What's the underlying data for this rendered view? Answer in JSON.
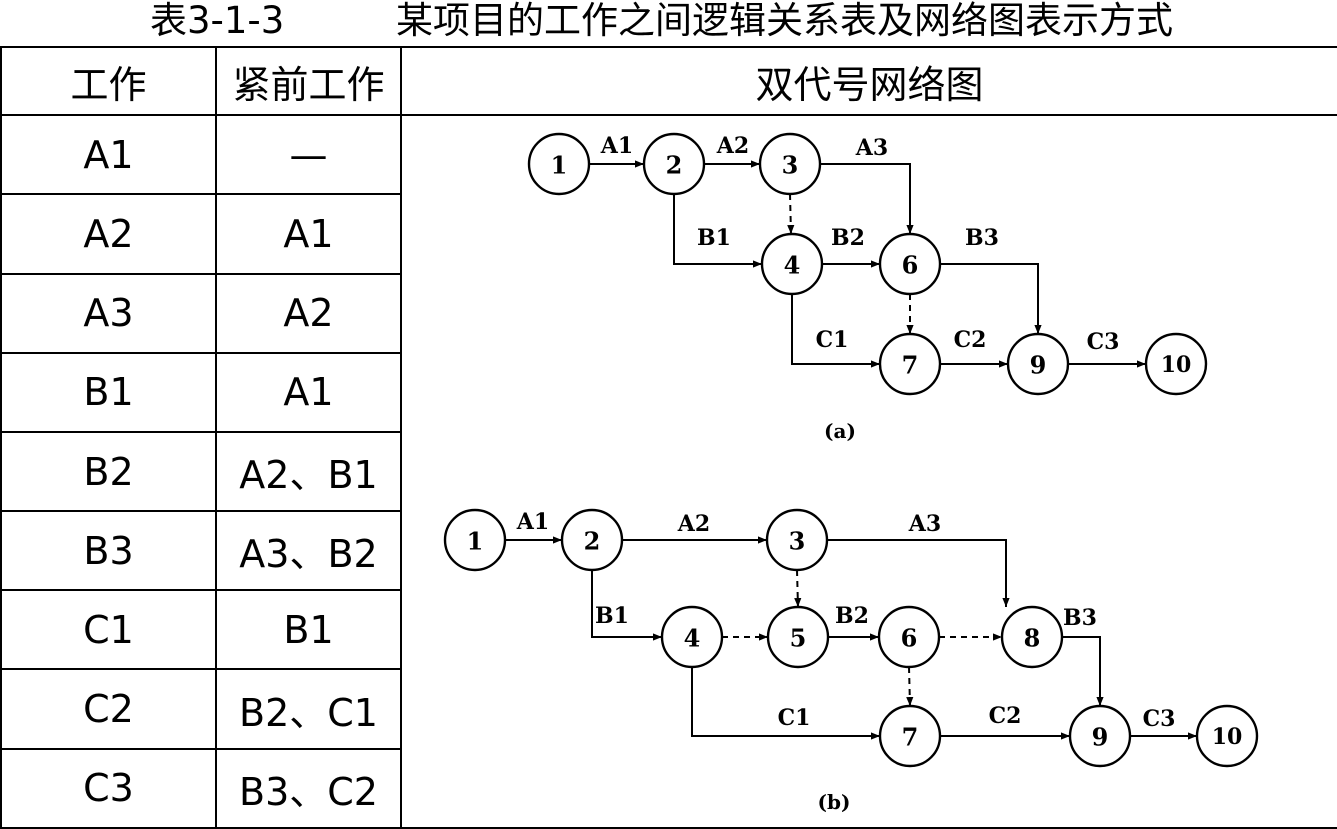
{
  "caption": {
    "number": "表3-1-3",
    "title": "某项目的工作之间逻辑关系表及网络图表示方式"
  },
  "headers": {
    "work": "工作",
    "predecessor": "紧前工作",
    "diagram": "双代号网络图"
  },
  "rows": [
    {
      "work": "A1",
      "pred": "—"
    },
    {
      "work": "A2",
      "pred": "A1"
    },
    {
      "work": "A3",
      "pred": "A2"
    },
    {
      "work": "B1",
      "pred": "A1"
    },
    {
      "work": "B2",
      "pred": "A2、B1"
    },
    {
      "work": "B3",
      "pred": "A3、B2"
    },
    {
      "work": "C1",
      "pred": "B1"
    },
    {
      "work": "C2",
      "pred": "B2、C1"
    },
    {
      "work": "C3",
      "pred": "B3、C2"
    }
  ],
  "diagrams": [
    {
      "caption": "(a)",
      "nodes": [
        "1",
        "2",
        "3",
        "4",
        "6",
        "7",
        "9",
        "10"
      ],
      "activities": [
        "A1",
        "A2",
        "A3",
        "B1",
        "B2",
        "B3",
        "C1",
        "C2",
        "C3"
      ]
    },
    {
      "caption": "(b)",
      "nodes": [
        "1",
        "2",
        "3",
        "4",
        "5",
        "6",
        "7",
        "8",
        "9",
        "10"
      ],
      "activities": [
        "A1",
        "A2",
        "A3",
        "B1",
        "B2",
        "B3",
        "C1",
        "C2",
        "C3"
      ]
    }
  ]
}
